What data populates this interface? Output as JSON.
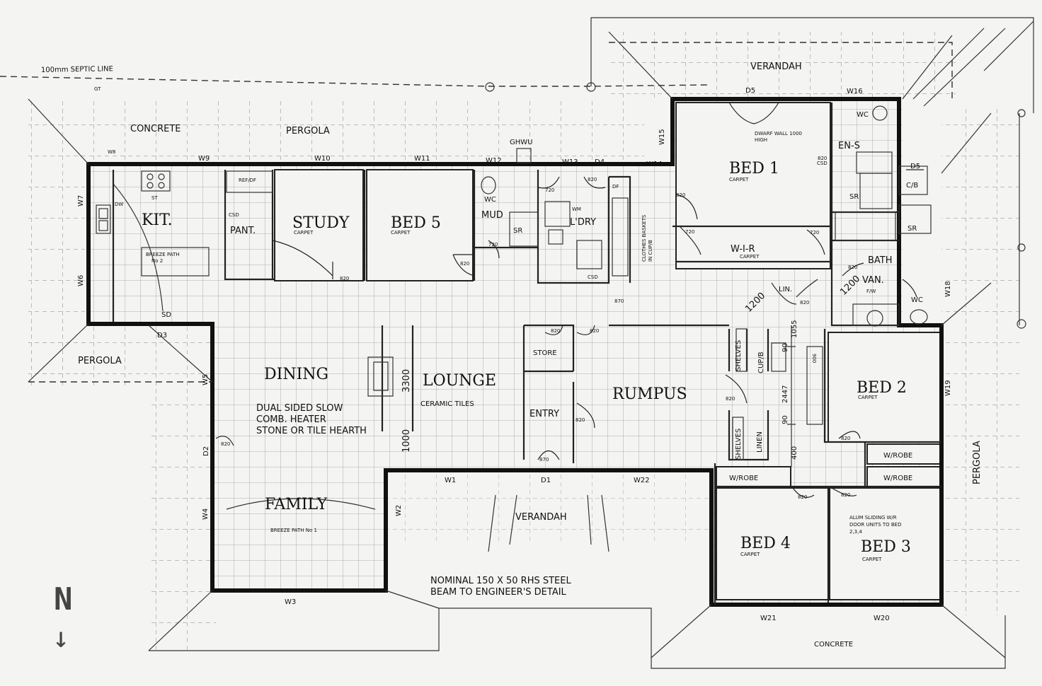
{
  "rooms": {
    "kitchen": "KIT.",
    "pantry": "PANT.",
    "study": "STUDY",
    "bed5": "BED 5",
    "mud": "MUD",
    "laundry": "L'DRY",
    "bed1": "BED 1",
    "ensuite": "EN-S",
    "wir": "W-I-R",
    "bath": "BATH",
    "vanity": "VAN.",
    "wc": "WC",
    "wc2": "WC",
    "wc3": "WC",
    "dining": "DINING",
    "lounge": "LOUNGE",
    "rumpus": "RUMPUS",
    "entry": "ENTRY",
    "store": "STORE",
    "family": "FAMILY",
    "bed2": "BED 2",
    "bed3": "BED 3",
    "bed4": "BED 4",
    "wrobe1": "W/ROBE",
    "wrobe2": "W/ROBE",
    "wrobe3": "W/ROBE",
    "linen": "LINEN",
    "lin": "LIN.",
    "shelves1": "SHELVES",
    "shelves2": "SHELVES",
    "cupb": "CUP/B",
    "cb": "C/B",
    "sr1": "SR",
    "sr2": "SR",
    "sr3": "SR"
  },
  "outdoor": {
    "septic": "100mm SEPTIC LINE",
    "concrete_top": "CONCRETE",
    "pergola_top": "PERGOLA",
    "verandah_top": "VERANDAH",
    "pergola_left": "PERGOLA",
    "verandah_bottom": "VERANDAH",
    "pergola_right": "PERGOLA",
    "concrete_bottom": "CONCRETE",
    "ghwu": "GHWU"
  },
  "notes": {
    "heater_1": "DUAL SIDED SLOW",
    "heater_2": "COMB. HEATER",
    "heater_3": "STONE OR TILE HEARTH",
    "tiles": "CERAMIC TILES",
    "beam_1": "NOMINAL 150 X 50 RHS STEEL",
    "beam_2": "BEAM TO ENGINEER'S DETAIL",
    "breeze1": "BREEZE PATH No 1",
    "breeze2_1": "BREEZE PATH",
    "breeze2_2": "No 2",
    "dwarf_1": "DWARF WALL 1000",
    "dwarf_2": "HIGH",
    "baskets_1": "CLOTHES BASKETS",
    "baskets_2": "IN CUP/B",
    "sliding_1": "ALUM SLIDING W/R",
    "sliding_2": "DOOR UNITS TO BED",
    "sliding_3": "2,3,4",
    "carpet": "CARPET",
    "ref": "REF/DF",
    "st": "ST",
    "dw": "DW",
    "wm": "WM",
    "df": "DF",
    "csd": "CSD",
    "fw": "F/W",
    "sd": "SD",
    "gt": "GT"
  },
  "dims": {
    "d3300": "3300",
    "d1000": "1000",
    "d1200a": "1200",
    "d1200b": "1200",
    "d1055": "1055",
    "d90a": "90",
    "d90b": "90",
    "d2447": "2447",
    "d400": "400",
    "d900": "900",
    "s820": "820",
    "s720": "720",
    "s870": "870"
  },
  "windows": {
    "w1": "W1",
    "w2": "W2",
    "w3": "W3",
    "w4": "W4",
    "w5": "W5",
    "w6": "W6",
    "w7": "W7",
    "w8": "W8",
    "w9": "W9",
    "w10": "W10",
    "w11": "W11",
    "w12": "W12",
    "w13": "W13",
    "w14": "W14",
    "w15": "W15",
    "w16": "W16",
    "w18": "W18",
    "w19": "W19",
    "w20": "W20",
    "w21": "W21",
    "w22": "W22"
  },
  "doors": {
    "d1": "D1",
    "d2": "D2",
    "d3": "D3",
    "d4": "D4",
    "d5": "D5",
    "d6": "D5"
  },
  "compass": {
    "label": "N",
    "arrow": "↓"
  }
}
